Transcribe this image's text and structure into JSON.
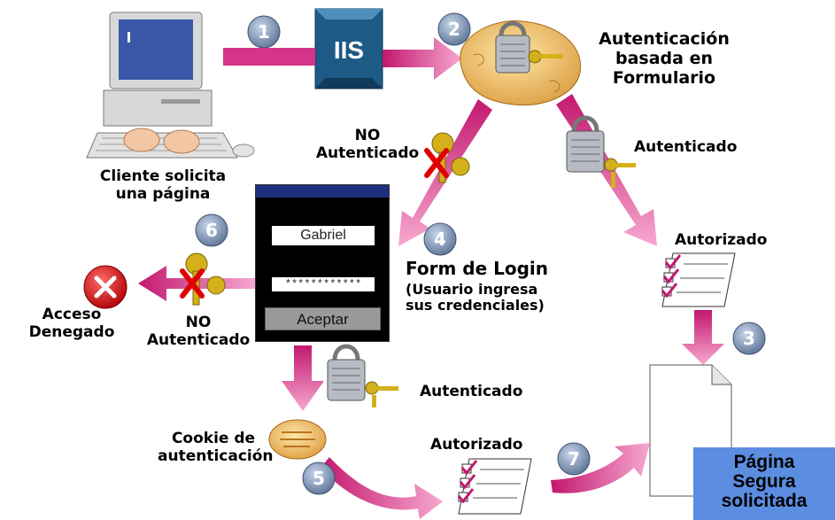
{
  "diagram": {
    "iis_label": "IIS",
    "client_label_1": "Cliente solicita",
    "client_label_2": "una página",
    "forms_auth_1": "Autenticación",
    "forms_auth_2": "basada en",
    "forms_auth_3": "Formulario",
    "not_auth_top_1": "NO",
    "not_auth_top_2": "Autenticado",
    "auth_right": "Autenticado",
    "authorized_right": "Autorizado",
    "login_form_title": "Form de Login",
    "login_form_sub_1": "(Usuario ingresa",
    "login_form_sub_2": "sus credenciales)",
    "login_username": "Gabriel",
    "login_password": "************",
    "login_button": "Aceptar",
    "access_denied_1": "Acceso",
    "access_denied_2": "Denegado",
    "not_auth_left_1": "NO",
    "not_auth_left_2": "Autenticado",
    "auth_bottom": "Autenticado",
    "cookie_1": "Cookie de",
    "cookie_2": "autenticación",
    "authorized_bottom": "Autorizado",
    "target_1": "Página",
    "target_2": "Segura",
    "target_3": "solicitada",
    "steps": [
      "1",
      "2",
      "3",
      "4",
      "5",
      "6",
      "7"
    ]
  },
  "colors": {
    "arrow": "#e0559f",
    "step_circle": "#6f86a6",
    "iis_box": "#1d5a86",
    "cookie": "#f2c979",
    "target_box": "#5b8de0"
  }
}
